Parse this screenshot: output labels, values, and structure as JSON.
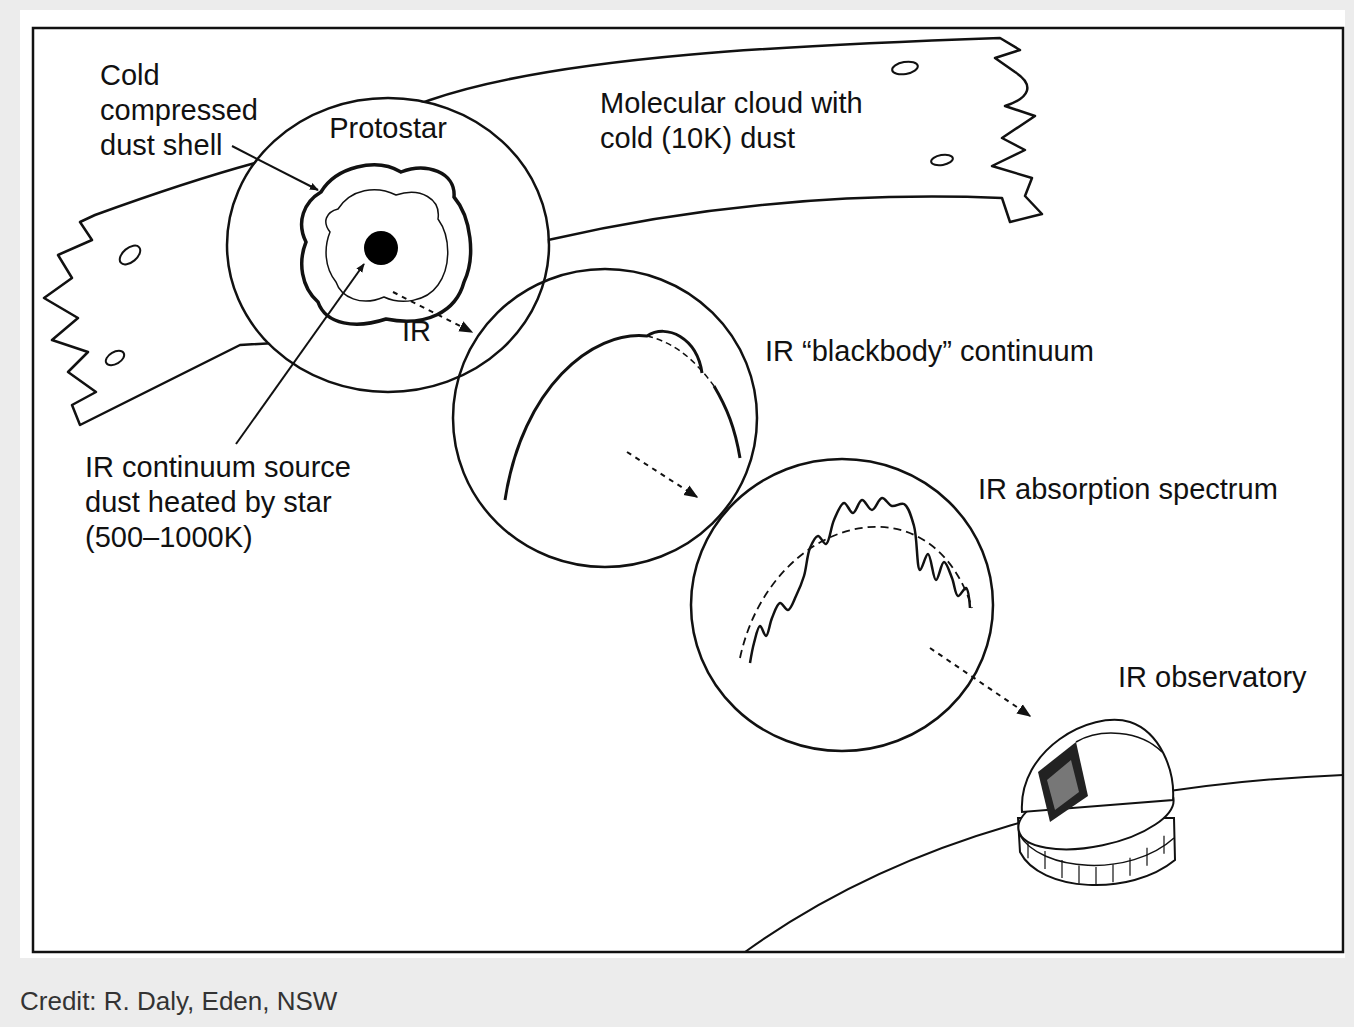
{
  "diagram": {
    "caption": "Credit: R. Daly, Eden, NSW",
    "nodes": [
      {
        "text": [
          "Molecular cloud with cold (10K) dust"
        ]
      },
      {
        "text": [
          "Protostar"
        ]
      },
      {
        "text": [
          "IR “blackbody” continuum"
        ]
      },
      {
        "text": [
          "IR absorption spectrum"
        ]
      },
      {
        "text": [
          "IR observatory"
        ]
      }
    ],
    "edges": [
      {
        "from": 1,
        "to": 2,
        "arrow": "to",
        "label": "IR"
      },
      {
        "from": 2,
        "to": 3,
        "arrow": "to"
      },
      {
        "from": 3,
        "to": 4,
        "arrow": "to"
      }
    ],
    "labels": [
      "Cold compressed dust shell",
      "IR continuum source dust heated by star (500–1000K)"
    ]
  }
}
